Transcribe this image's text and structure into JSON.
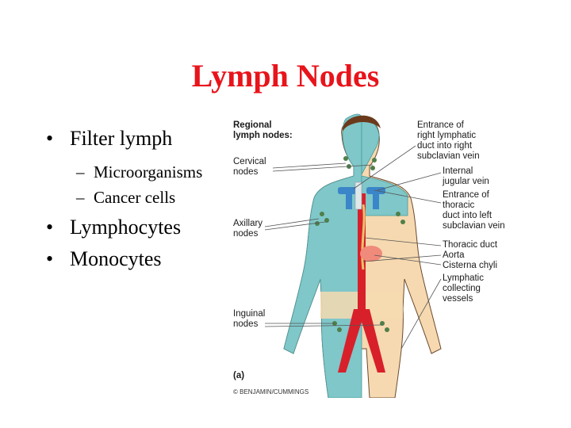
{
  "slide": {
    "title": "Lymph Nodes",
    "bullets": [
      {
        "text": "Filter lymph",
        "sub": [
          "Microorganisms",
          "Cancer cells"
        ]
      },
      {
        "text": "Lymphocytes"
      },
      {
        "text": "Monocytes"
      }
    ],
    "bullet_glyph": "•",
    "sub_glyph": "–"
  },
  "figure": {
    "left_labels": {
      "regional": "Regional\nlymph nodes:",
      "cervical": "Cervical\nnodes",
      "axillary": "Axillary\nnodes",
      "inguinal": "Inguinal\nnodes"
    },
    "right_labels": {
      "entrance_right": "Entrance of\nright lymphatic\nduct into right\nsubclavian vein",
      "internal_jugular": "Internal\njugular vein",
      "entrance_thoracic": "Entrance of\nthoracic\nduct into left\nsubclavian vein",
      "thoracic_duct": "Thoracic duct",
      "aorta": "Aorta",
      "cisterna": "Cisterna chyli",
      "lymphatic_vessels": "Lymphatic\ncollecting\nvessels"
    },
    "panel_label": "(a)",
    "credit": "© BENJAMIN/CUMMINGS",
    "colors": {
      "lymph_region": "#7fc7c9",
      "skin": "#f6d9b0",
      "vessel_red": "#d8202a",
      "vein_blue": "#3a86c8",
      "node_green": "#4f7f4a",
      "title_red": "#e8141b"
    }
  }
}
